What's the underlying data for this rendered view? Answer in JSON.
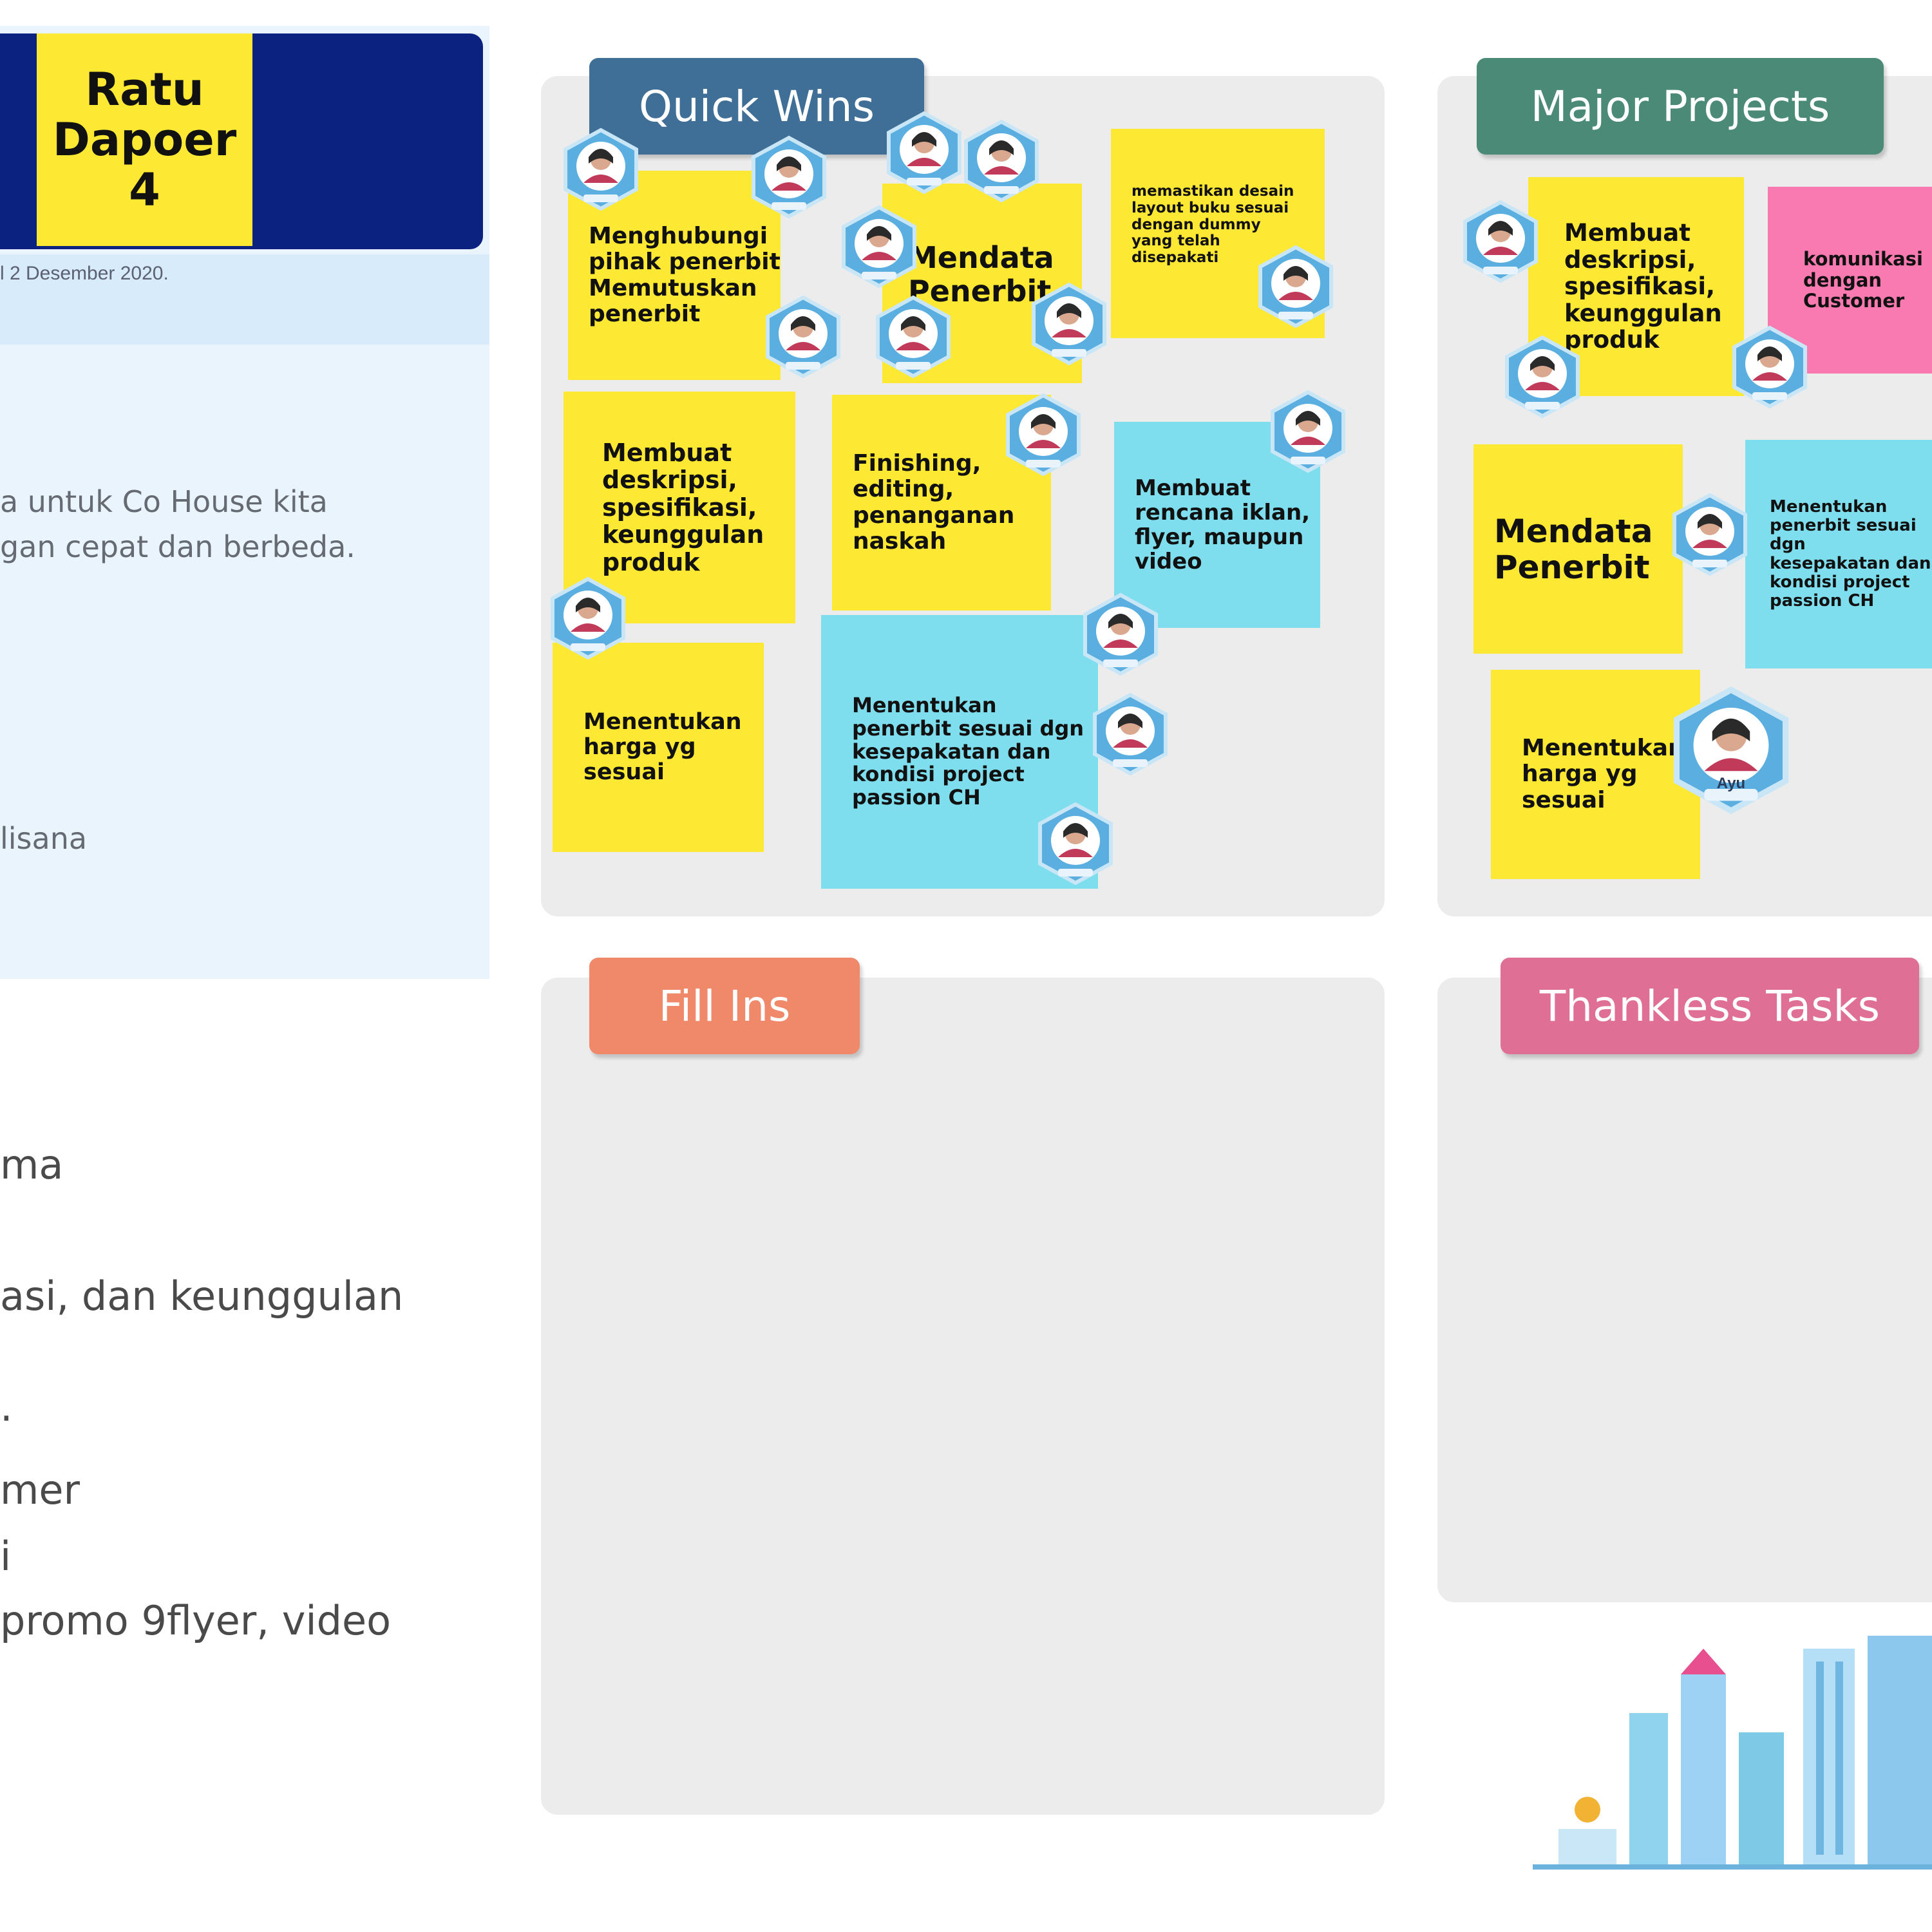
{
  "team": {
    "name_line1": "Ratu",
    "name_line2": "Dapoer",
    "name_line3": "4",
    "date_text": "l 2 Desember 2020."
  },
  "left_panel": {
    "line1": "a untuk Co House kita",
    "line2": "gan cepat dan berbeda.",
    "line3": "lisana"
  },
  "left_list": {
    "item1": "ma",
    "item2": "asi, dan keunggulan",
    "item3": ".",
    "item4": "mer",
    "item5": "i",
    "item6": " promo 9flyer, video"
  },
  "quadrants": {
    "quick_wins": "Quick Wins",
    "major_projects": "Major Projects",
    "fill_ins": "Fill Ins",
    "thankless_tasks": "Thankless Tasks"
  },
  "quick_wins_notes": {
    "n1": "Menghubungi\npihak penerbit\nMemutuskan\npenerbit",
    "n2": "Mendata\nPenerbit",
    "n3": "memastikan desain\nlayout buku sesuai\ndengan dummy\nyang telah\ndisepakati",
    "n4": "Membuat\ndeskripsi,\nspesifikasi,\nkeunggulan\nproduk",
    "n5": "Finishing,\nediting,\npenanganan\nnaskah",
    "n6": "Membuat\nrencana iklan,\nflyer, maupun\nvideo",
    "n7": "Menentukan\nharga yg\nsesuai",
    "n8": "Menentukan\npenerbit sesuai dgn\nkesepakatan dan\nkondisi project\npassion CH"
  },
  "major_projects_notes": {
    "n1": "Membuat\ndeskripsi,\nspesifikasi,\nkeunggulan\nproduk",
    "n2": "komunikasi\ndengan\nCustomer",
    "n3": "Mendata\nPenerbit",
    "n4": "Menentukan\npenerbit sesuai dgn\nkesepakatan dan\nkondisi project\npassion CH",
    "n5": "Menentukan\nharga yg\nsesuai"
  },
  "avatar_names": {
    "ayu": "Ayu"
  },
  "colors": {
    "banner_navy": "#0c2280",
    "badge_yellow": "#fde833",
    "quick_wins": "#3f6e96",
    "major_projects": "#4a8a76",
    "fill_ins": "#f0886a",
    "thankless_tasks": "#e06f95",
    "note_yellow": "#fde833",
    "note_cyan": "#7fdeee",
    "note_pink": "#f87ab0"
  },
  "icons": {
    "avatar": "hexagon-avatar-icon",
    "city": "city-skyline-icon"
  }
}
